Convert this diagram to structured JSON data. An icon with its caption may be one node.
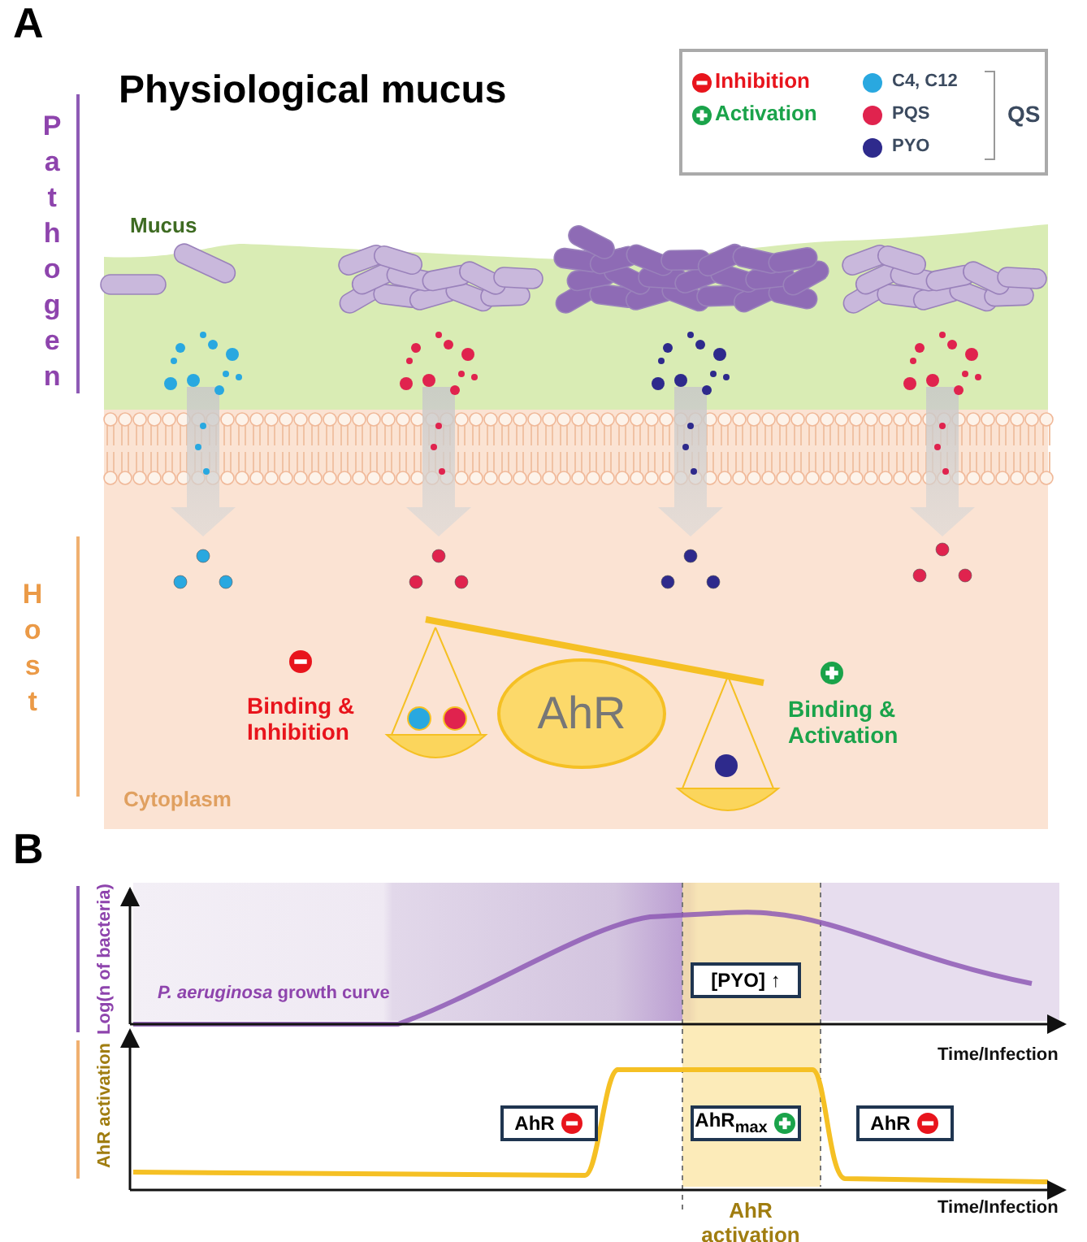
{
  "diagram": {
    "title": "Physiological mucus",
    "nodes": [
      {
        "text": [
          "AhR"
        ]
      },
      {
        "text": [
          "[PYO] ↑"
        ]
      },
      {
        "text": [
          "AhR"
        ]
      },
      {
        "text": [
          "AhR$_{max}$"
        ]
      },
      {
        "text": [
          "AhR"
        ]
      }
    ],
    "labels": [
      "A",
      "Pathogen",
      "Mucus",
      "Host",
      "Binding & Inhibition",
      "Binding & Activation",
      "Cytoplasm",
      "QS",
      "B",
      "Log(n of bacteria)",
      "*P. aeruginosa* growth curve",
      "Time/Infection",
      "AhR activation",
      "Time/Infection",
      "AhR activation"
    ],
    "legend": [
      {
        "text": "Inhibition"
      },
      {
        "text": "Activation"
      },
      {
        "text": "C4, C12",
        "color": "#29a8e0"
      },
      {
        "text": "PQS",
        "color": "#e0234e"
      },
      {
        "text": "PYO",
        "color": "#2e2a8c"
      }
    ]
  }
}
